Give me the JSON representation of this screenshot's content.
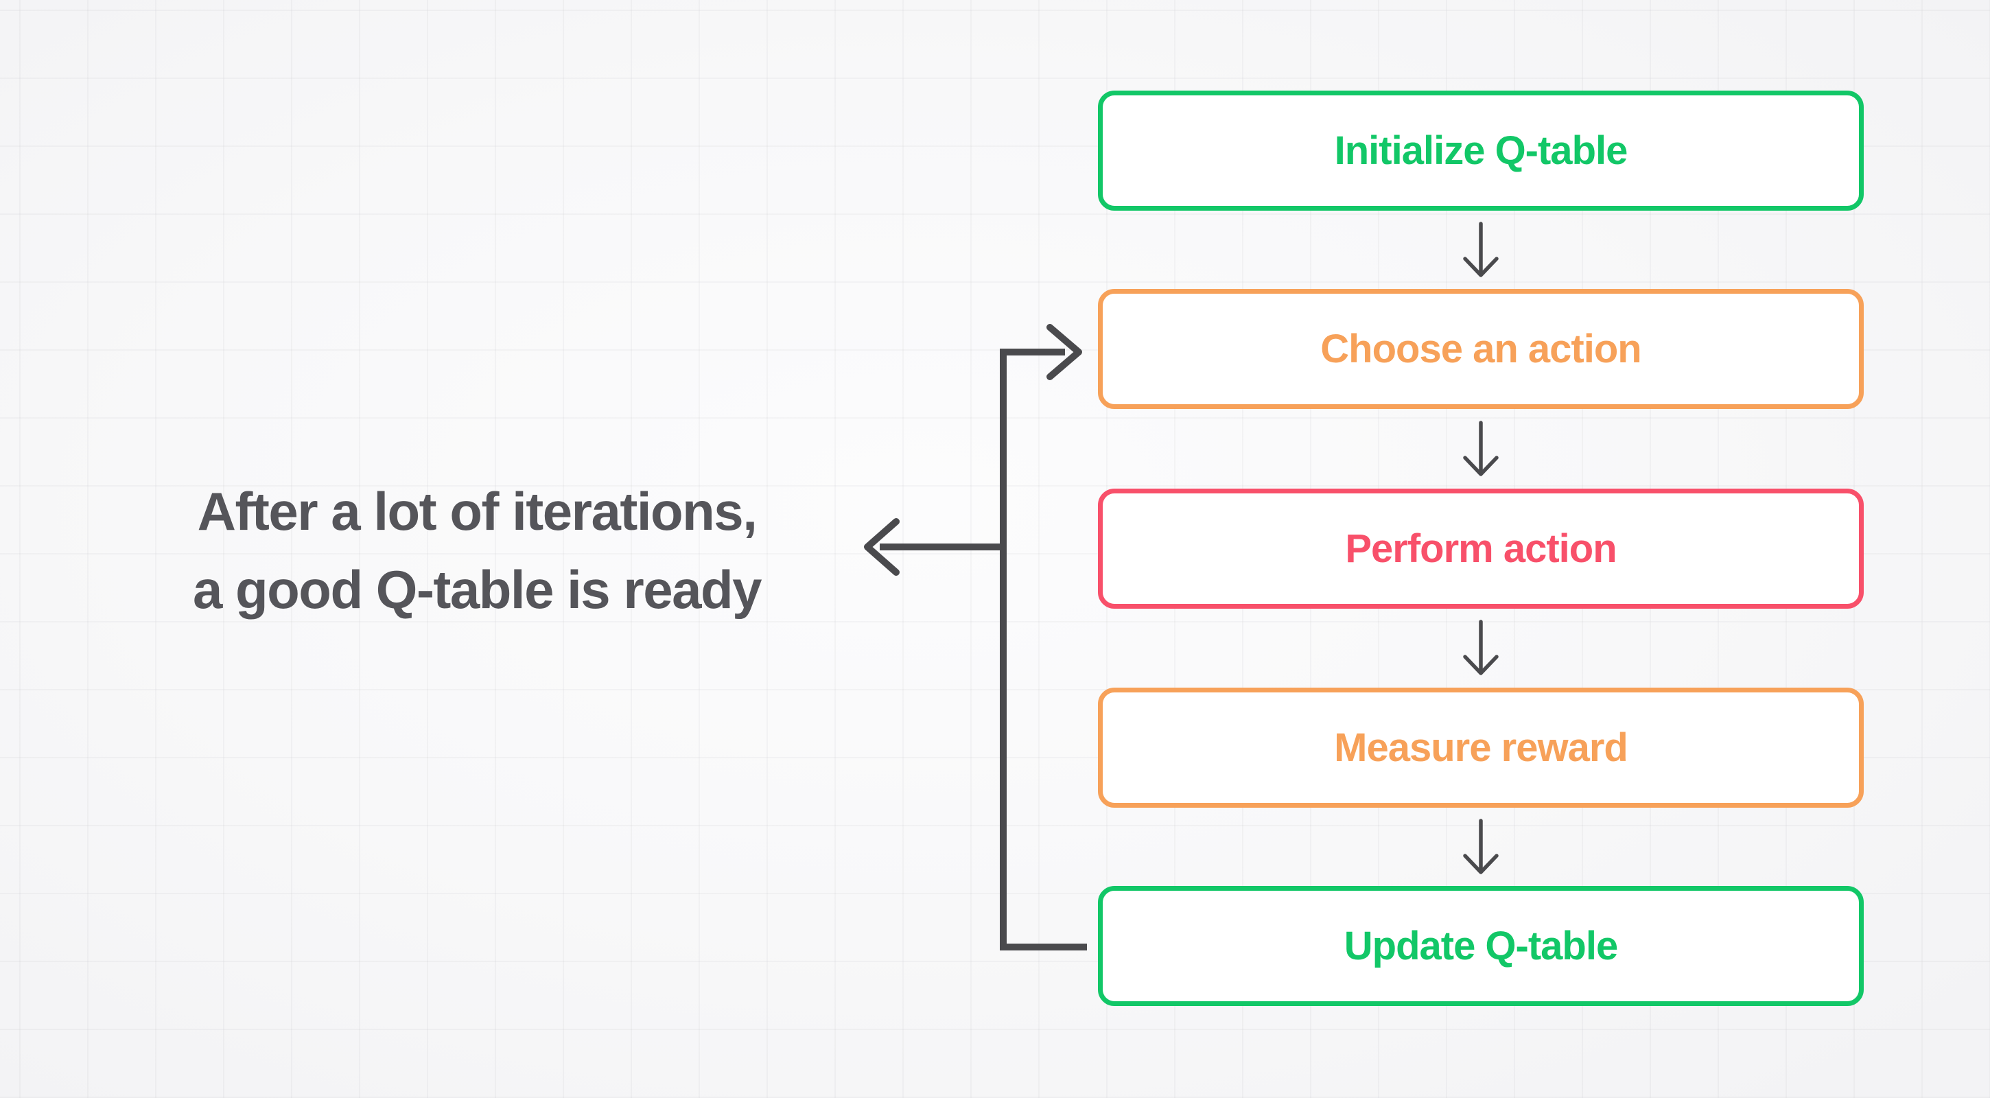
{
  "colors": {
    "green": "#12C767",
    "orange": "#F7A159",
    "red": "#F8506A",
    "arrow": "#4A4A4D",
    "caption": "#55555A",
    "box_background": "#FFFFFF"
  },
  "caption": {
    "line1": "After a lot of iterations,",
    "line2": "a good Q-table is ready"
  },
  "flow": {
    "steps": [
      {
        "label": "Initialize Q-table",
        "color": "green"
      },
      {
        "label": "Choose an action",
        "color": "orange"
      },
      {
        "label": "Perform action",
        "color": "red"
      },
      {
        "label": "Measure reward",
        "color": "orange"
      },
      {
        "label": "Update Q-table",
        "color": "green"
      }
    ],
    "connectors": [
      {
        "from": "Initialize Q-table",
        "to": "Choose an action",
        "type": "arrow-down"
      },
      {
        "from": "Choose an action",
        "to": "Perform action",
        "type": "arrow-down"
      },
      {
        "from": "Perform action",
        "to": "Measure reward",
        "type": "arrow-down"
      },
      {
        "from": "Measure reward",
        "to": "Update Q-table",
        "type": "arrow-down"
      },
      {
        "from": "Update Q-table",
        "to": "Choose an action",
        "type": "loop-back-left"
      },
      {
        "from": "loop-back-left",
        "to": "caption",
        "type": "arrow-left-exit"
      }
    ]
  }
}
